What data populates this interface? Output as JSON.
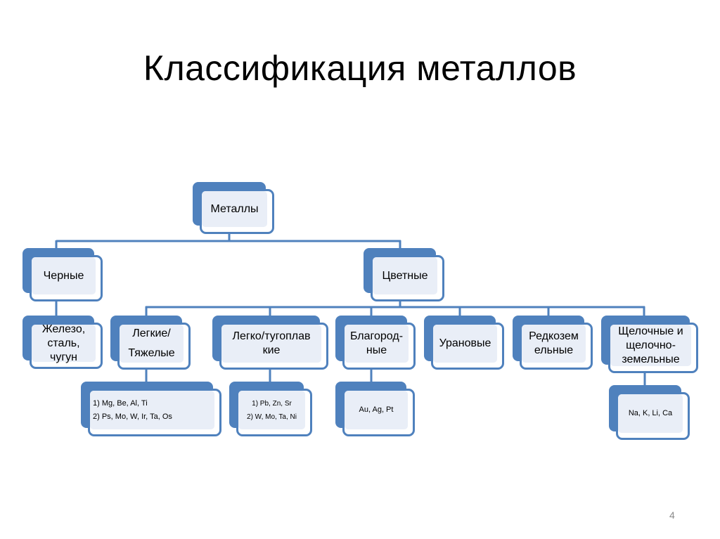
{
  "slide": {
    "title": "Классификация металлов",
    "page_number": "4"
  },
  "diagram": {
    "root": {
      "label": "Металлы"
    },
    "level1": [
      {
        "label": "Черные"
      },
      {
        "label": "Цветные"
      }
    ],
    "ferrous_child": {
      "lines": [
        "Железо,",
        "сталь,",
        "чугун"
      ]
    },
    "nonferrous_children": [
      {
        "lines": [
          "Легкие/",
          "Тяжелые"
        ]
      },
      {
        "lines": [
          "Легко/тугоплав",
          "кие"
        ]
      },
      {
        "lines": [
          "Благород-",
          "ные"
        ]
      },
      {
        "lines": [
          "Урановые"
        ]
      },
      {
        "lines": [
          "Редкозем",
          "ельные"
        ]
      },
      {
        "lines": [
          "Щелочные и",
          "щелочно-",
          "земельные"
        ]
      }
    ],
    "examples": [
      {
        "lines": [
          "1) Mg, Be, Al, Ti",
          "2) Ps, Mo, W, Ir, Ta, Os"
        ]
      },
      {
        "lines": [
          "1) Pb, Zn, Sr",
          "2) W, Mo, Ta, Ni"
        ]
      },
      {
        "lines": [
          "Au, Ag, Pt"
        ]
      },
      {
        "lines": [
          "Na, K, Li, Ca"
        ]
      }
    ]
  },
  "colors": {
    "accent": "#4f81bd",
    "fill": "#e9eef7",
    "page_number": "#8a8a8a"
  }
}
